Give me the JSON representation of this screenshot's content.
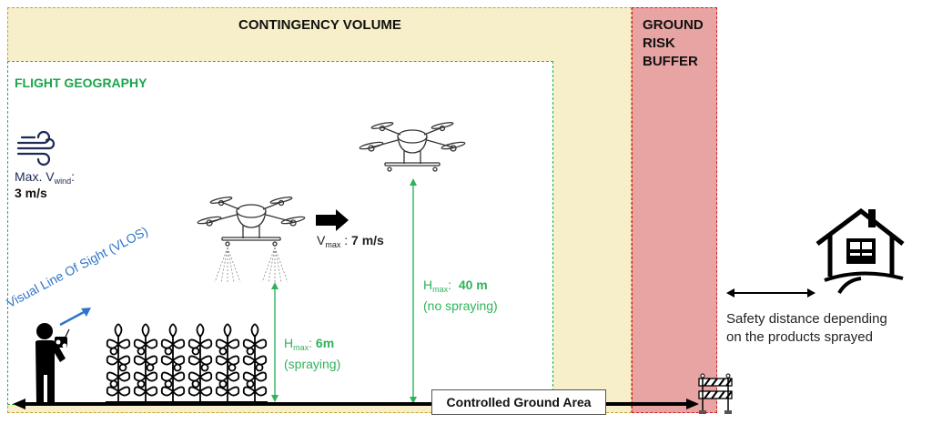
{
  "zones": {
    "contingency_volume": {
      "label": "CONTINGENCY VOLUME",
      "color": "#f7efc9",
      "border": "#c9a227"
    },
    "ground_risk_buffer": {
      "label_lines": [
        "GROUND",
        "RISK",
        "BUFFER"
      ],
      "color": "#e8a3a3",
      "border": "#d32020"
    },
    "flight_geography": {
      "label": "FLIGHT GEOGRAPHY",
      "color": "#ffffff",
      "border": "#22b04b"
    }
  },
  "wind": {
    "icon": "wind-icon",
    "label_prefix": "Max. V",
    "label_sub": "wind",
    "label_suffix": ":",
    "value": "3 m/s"
  },
  "speed": {
    "icon": "arrow-right-icon",
    "label_prefix": "V",
    "label_sub": "max",
    "label_sep": " : 7 ",
    "value": "m/s",
    "number": "7"
  },
  "height_spraying": {
    "label_prefix": "H",
    "label_sub": "max",
    "label_sep": ": ",
    "value": "6m",
    "note": "(spraying)"
  },
  "height_no_spraying": {
    "label_prefix": "H",
    "label_sub": "max",
    "label_sep": ":  ",
    "value": "40 m",
    "note": "(no spraying)"
  },
  "vlos": {
    "label": "Visual Line Of Sight (VLOS)"
  },
  "ground": {
    "label": "Controlled Ground Area"
  },
  "safety": {
    "line1": "Safety distance depending",
    "line2": "on the products sprayed"
  },
  "colors": {
    "green": "#2fb35a",
    "blue": "#2e75c8",
    "dark_blue": "#1d2a55"
  }
}
